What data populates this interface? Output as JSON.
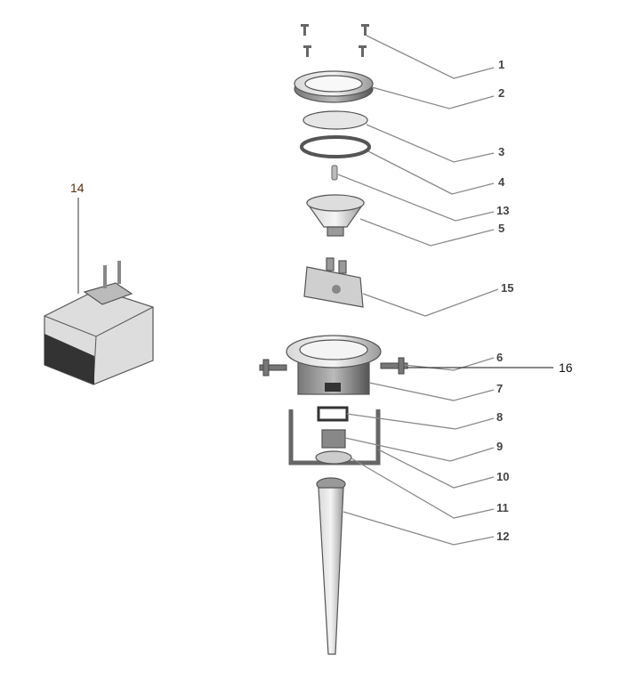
{
  "diagram": {
    "type": "exploded-parts-view",
    "labels": {
      "p1": "1",
      "p2": "2",
      "p3": "3",
      "p4": "4",
      "p13": "13",
      "p5": "5",
      "p15": "15",
      "p6": "6",
      "p16": "16",
      "p7": "7",
      "p8": "8",
      "p9": "9",
      "p10": "10",
      "p11": "11",
      "p12": "12",
      "p14": "14"
    }
  }
}
